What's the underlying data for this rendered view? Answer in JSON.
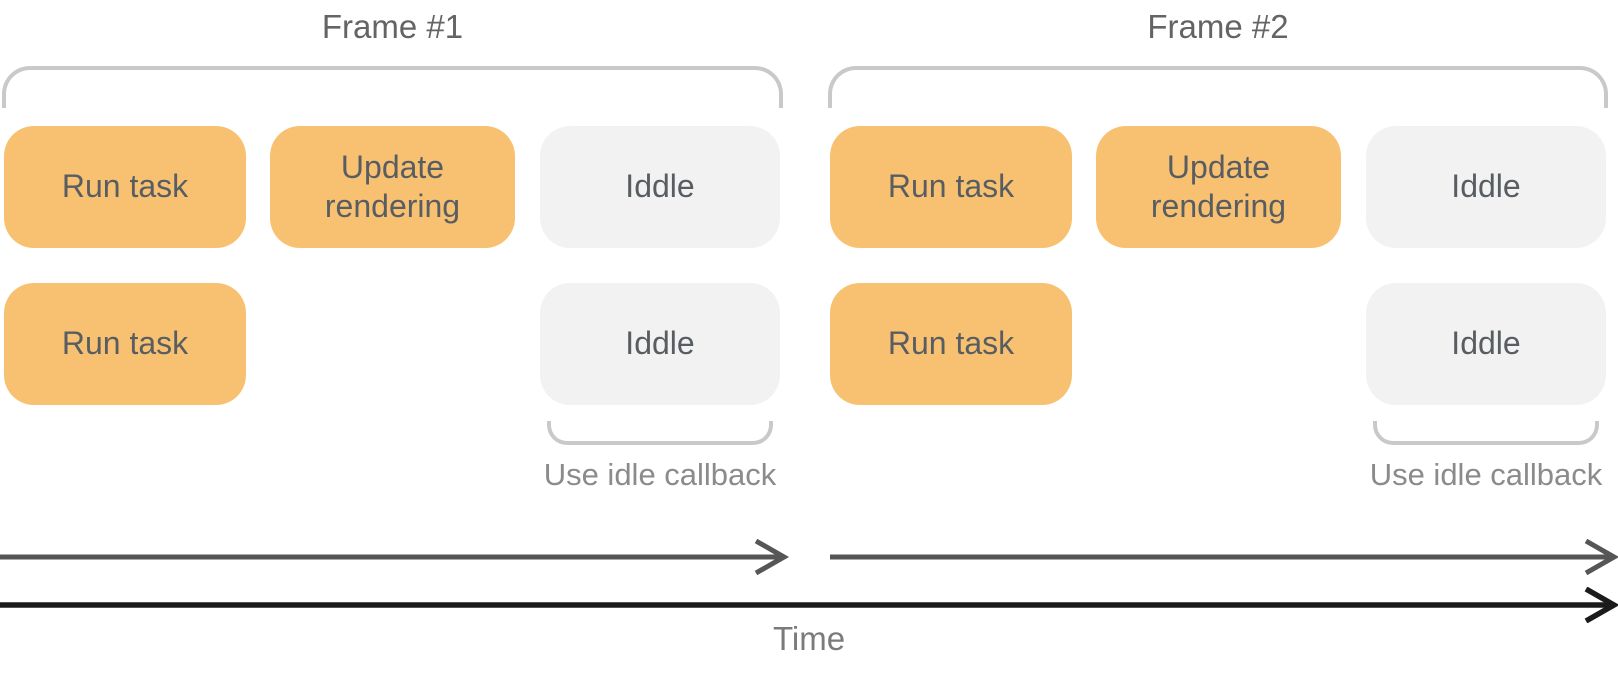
{
  "colors": {
    "background": "#FFFFFF",
    "task_box": "#F8C172",
    "idle_box": "#F2F2F2",
    "box_text": "#585D62",
    "frame_title": "#646464",
    "brace": "#C9C9C9",
    "idle_callback_text": "#8B8B8B",
    "frame_arrow": "#565656",
    "time_axis": "#1B1B1B",
    "time_label": "#7B7B7B"
  },
  "frames": [
    {
      "title": "Frame #1",
      "row1_boxes": [
        {
          "label": "Run task",
          "type": "task"
        },
        {
          "label": "Update rendering",
          "type": "task"
        },
        {
          "label": "Iddle",
          "type": "idle"
        }
      ],
      "row2_boxes": [
        {
          "label": "Run task",
          "type": "task"
        },
        {
          "label": "Iddle",
          "type": "idle"
        }
      ],
      "idle_callback_label": "Use idle callback"
    },
    {
      "title": "Frame #2",
      "row1_boxes": [
        {
          "label": "Run task",
          "type": "task"
        },
        {
          "label": "Update rendering",
          "type": "task"
        },
        {
          "label": "Iddle",
          "type": "idle"
        }
      ],
      "row2_boxes": [
        {
          "label": "Run task",
          "type": "task"
        },
        {
          "label": "Iddle",
          "type": "idle"
        }
      ],
      "idle_callback_label": "Use idle callback"
    }
  ],
  "time_axis": {
    "label": "Time"
  }
}
